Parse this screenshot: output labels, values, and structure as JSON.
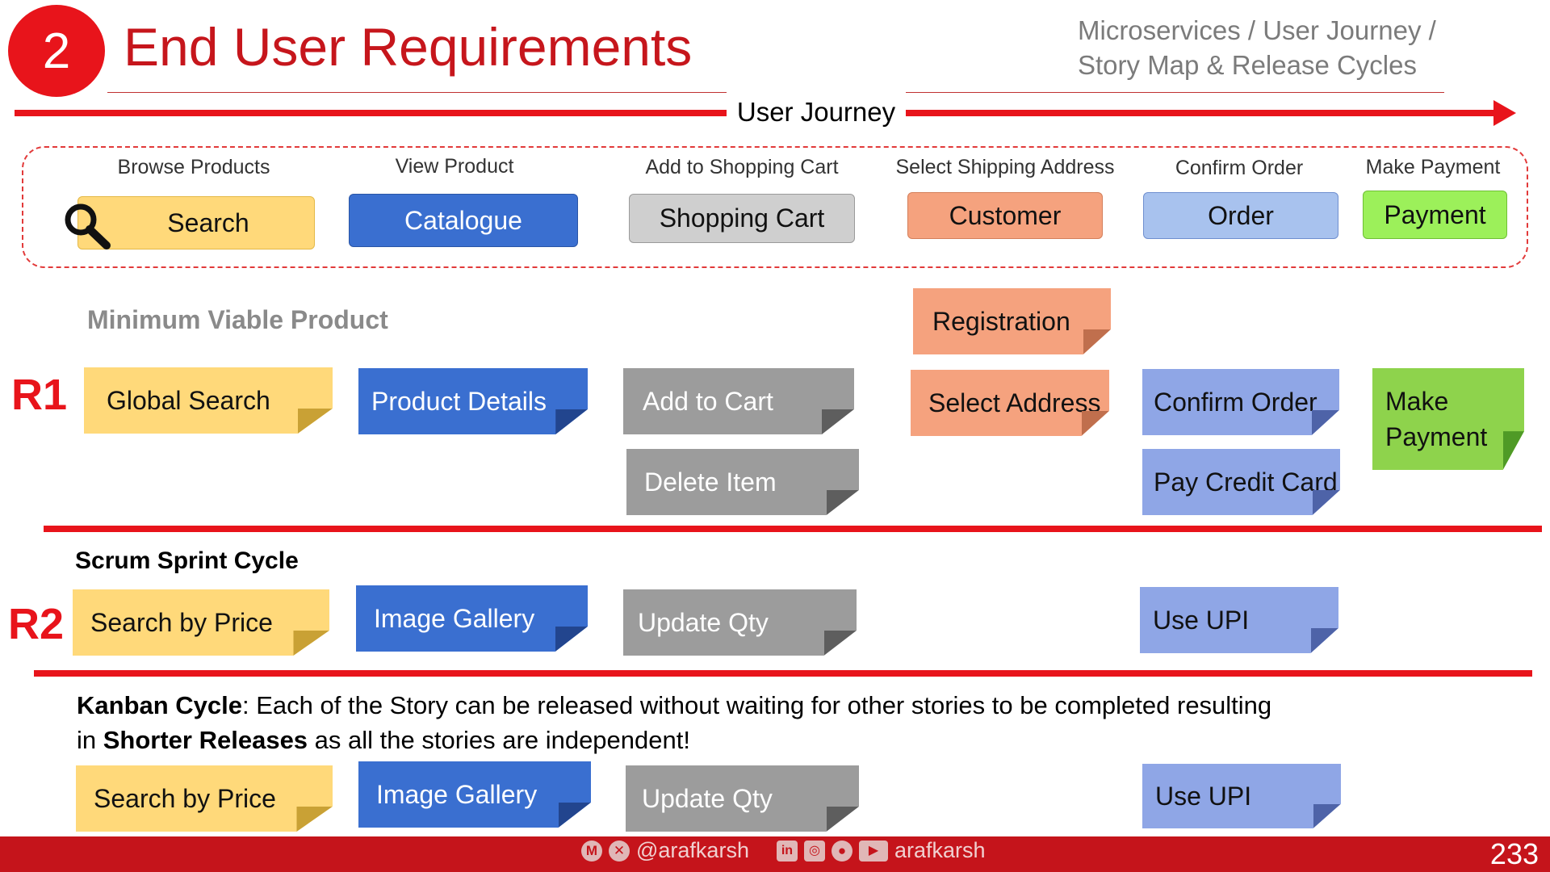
{
  "header": {
    "slide_number": "2",
    "title": "End User Requirements",
    "subtitle_line1": "Microservices / User Journey /",
    "subtitle_line2": "Story Map & Release Cycles"
  },
  "journey": {
    "label": "User Journey",
    "stages": [
      {
        "label": "Browse Products",
        "service": "Search"
      },
      {
        "label": "View Product",
        "service": "Catalogue"
      },
      {
        "label": "Add to Shopping Cart",
        "service": "Shopping Cart"
      },
      {
        "label": "Select Shipping Address",
        "service": "Customer"
      },
      {
        "label": "Confirm Order",
        "service": "Order"
      },
      {
        "label": "Make Payment",
        "service": "Payment"
      }
    ]
  },
  "mvp": {
    "heading": "Minimum Viable Product",
    "release": "R1",
    "stories": {
      "global_search": "Global Search",
      "product_details": "Product Details",
      "add_to_cart": "Add to Cart",
      "delete_item": "Delete Item",
      "registration": "Registration",
      "select_address": "Select Address",
      "confirm_order": "Confirm Order",
      "pay_credit_card": "Pay Credit Card",
      "make_payment_line1": "Make",
      "make_payment_line2": "Payment"
    }
  },
  "scrum": {
    "heading": "Scrum Sprint Cycle",
    "release": "R2",
    "stories": {
      "search_by_price": "Search by Price",
      "image_gallery": "Image Gallery",
      "update_qty": "Update Qty",
      "use_upi": "Use UPI"
    }
  },
  "kanban": {
    "heading": "Kanban Cycle",
    "text_part1": ": Each of the Story can be released without waiting for other stories to be completed resulting",
    "text_part2": "in ",
    "text_bold": "Shorter Releases",
    "text_part3": " as all the stories are independent!",
    "stories": {
      "search_by_price": "Search by Price",
      "image_gallery": "Image Gallery",
      "update_qty": "Update Qty",
      "use_upi": "Use UPI"
    }
  },
  "footer": {
    "handle_twitter": "@arafkarsh",
    "handle_social": "arafkarsh",
    "page_number": "233"
  }
}
